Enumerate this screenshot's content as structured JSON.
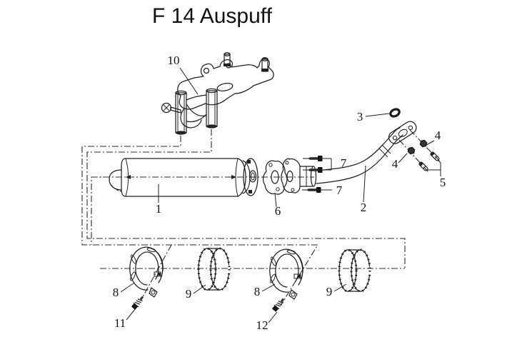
{
  "title": "F 14 Auspuff",
  "colors": {
    "line": "#212121",
    "label": "#141414",
    "background": "#ffffff"
  },
  "callouts": {
    "c1": "1",
    "c2": "2",
    "c3": "3",
    "c4a": "4",
    "c4b": "4",
    "c5": "5",
    "c6": "6",
    "c7a": "7",
    "c7b": "7",
    "c8a": "8",
    "c8b": "8",
    "c9a": "9",
    "c9b": "9",
    "c10": "10",
    "c11": "11",
    "c12": "12"
  }
}
